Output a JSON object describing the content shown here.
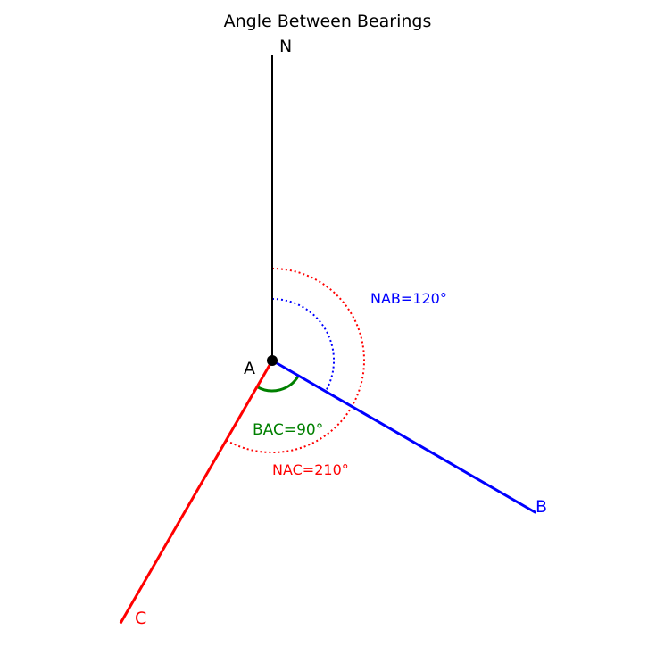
{
  "title": "Angle Between Bearings",
  "points": {
    "north": {
      "label": "N",
      "color": "#000000"
    },
    "a": {
      "label": "A",
      "color": "#000000"
    },
    "b": {
      "label": "B",
      "color": "#0000ff"
    },
    "c": {
      "label": "C",
      "color": "#ff0000"
    }
  },
  "bearings": {
    "ab": 120,
    "ac": 210
  },
  "angles": {
    "nab": {
      "label": "NAB=120°",
      "degrees": 120,
      "color": "#0000ff",
      "style": "dotted"
    },
    "nac": {
      "label": "NAC=210°",
      "degrees": 210,
      "color": "#ff0000",
      "style": "dotted"
    },
    "bac": {
      "label": "BAC=90°",
      "degrees": 90,
      "color": "#008000",
      "style": "solid"
    }
  }
}
